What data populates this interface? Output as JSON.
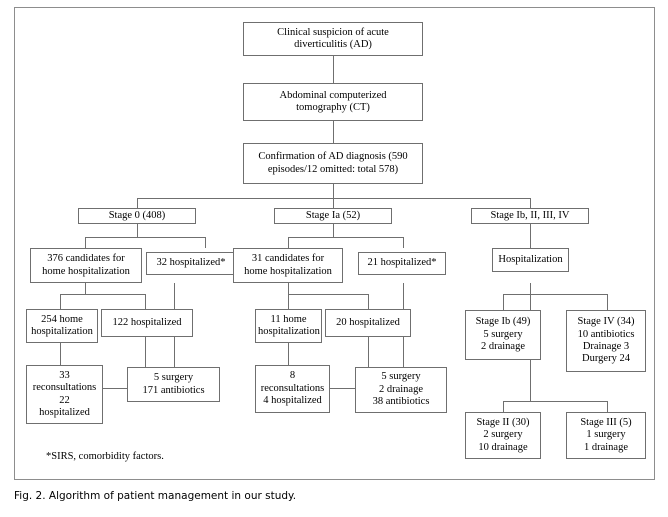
{
  "figure": {
    "footnote": "*SIRS, comorbidity factors.",
    "caption": "Fig. 2. Algorithm of patient management in our study."
  },
  "nodes": {
    "suspicion": "Clinical suspicion of acute diverticulitis (AD)",
    "ct": "Abdominal computerized tomography (CT)",
    "confirmation": "Confirmation of AD diagnosis (590 episodes/12 omitted: total 578)",
    "stage0": "Stage 0 (408)",
    "stage0_home_candidates": "376 candidates for home hospitalization",
    "stage0_hospitalized": "32 hospitalized*",
    "stage0_home": "254 home hospitalization",
    "stage0_admitted": "122 hospitalized",
    "stage0_reconsultations": "33 reconsultations 22 hospitalized",
    "stage0_outcomes": "5 surgery 171 antibiotics",
    "stageIa": "Stage Ia (52)",
    "stageIa_home_candidates": "31 candidates for home hospitalization",
    "stageIa_hospitalized": "21 hospitalized*",
    "stageIa_home": "11 home hospitalization",
    "stageIa_admitted": "20 hospitalized",
    "stageIa_reconsultations": "8 reconsultations 4 hospitalized",
    "stageIa_outcomes": "5 surgery 2 drainage 38 antibiotics",
    "stageRest": "Stage Ib, II, III, IV",
    "hospitalization": "Hospitalization",
    "stageIb": "Stage Ib (49) 5 surgery 2 drainage",
    "stageIV": "Stage IV (34) 10 antibiotics Drainage 3 Durgery 24",
    "stageII": "Stage II (30) 2 surgery 10 drainage",
    "stageIII": "Stage III (5) 1 surgery 1 drainage"
  },
  "node_lines": {
    "suspicion": [
      "Clinical suspicion of acute",
      "diverticulitis (AD)"
    ],
    "ct": [
      "Abdominal computerized",
      "tomography (CT)"
    ],
    "confirmation": [
      "Confirmation of AD diagnosis (590",
      "episodes/12 omitted: total 578)"
    ],
    "stage0": [
      "Stage 0 (408)"
    ],
    "stage0_home_candidates": [
      "376 candidates for",
      "home hospitalization"
    ],
    "stage0_hospitalized": [
      "32 hospitalized*"
    ],
    "stage0_home": [
      "254 home",
      "hospitalization"
    ],
    "stage0_admitted": [
      "122 hospitalized"
    ],
    "stage0_reconsultations": [
      "33",
      "reconsultations",
      "22",
      "hospitalized"
    ],
    "stage0_outcomes": [
      "5 surgery",
      "171 antibiotics"
    ],
    "stageIa": [
      "Stage Ia (52)"
    ],
    "stageIa_home_candidates": [
      "31 candidates for",
      "home hospitalization"
    ],
    "stageIa_hospitalized": [
      "21 hospitalized*"
    ],
    "stageIa_home": [
      "11 home",
      "hospitalization"
    ],
    "stageIa_admitted": [
      "20 hospitalized"
    ],
    "stageIa_reconsultations": [
      "8",
      "reconsultations",
      "4 hospitalized"
    ],
    "stageIa_outcomes": [
      "5 surgery",
      "2 drainage",
      "38 antibiotics"
    ],
    "stageRest": [
      "Stage Ib, II, III, IV"
    ],
    "hospitalization": [
      "Hospitalization"
    ],
    "stageIb": [
      "Stage Ib (49)",
      "5 surgery",
      "2 drainage"
    ],
    "stageIV": [
      "Stage IV (34)",
      "10 antibiotics",
      "Drainage 3",
      "Durgery 24"
    ],
    "stageII": [
      "Stage II (30)",
      "2 surgery",
      "10 drainage"
    ],
    "stageIII": [
      "Stage III (5)",
      "1 surgery",
      "1 drainage"
    ]
  },
  "chart_data": {
    "type": "diagram",
    "title": "Algorithm of patient management in our study",
    "diagram_kind": "flowchart",
    "total_episodes": 590,
    "omitted": 12,
    "total_included": 578,
    "branches": [
      {
        "stage": "Stage 0",
        "n": 408,
        "home_hospitalization_candidates": 376,
        "hospitalized_initial": 32,
        "home_hospitalization": 254,
        "hospitalized": 122,
        "reconsultations": 33,
        "reconsultations_hospitalized": 22,
        "surgery": 5,
        "antibiotics": 171
      },
      {
        "stage": "Stage Ia",
        "n": 52,
        "home_hospitalization_candidates": 31,
        "hospitalized_initial": 21,
        "home_hospitalization": 11,
        "hospitalized": 20,
        "reconsultations": 8,
        "reconsultations_hospitalized": 4,
        "surgery": 5,
        "drainage": 2,
        "antibiotics": 38
      },
      {
        "stage": "Stage Ib, II, III, IV",
        "substages": [
          {
            "stage": "Stage Ib",
            "n": 49,
            "surgery": 5,
            "drainage": 2
          },
          {
            "stage": "Stage IV",
            "n": 34,
            "antibiotics": 10,
            "drainage": 3,
            "surgery": 24
          },
          {
            "stage": "Stage II",
            "n": 30,
            "surgery": 2,
            "drainage": 10
          },
          {
            "stage": "Stage III",
            "n": 5,
            "surgery": 1,
            "drainage": 1
          }
        ]
      }
    ]
  },
  "colors": {
    "frame": "#8d8d8d",
    "box_border": "#6f6f6f",
    "connector": "#6f6f6f",
    "text": "#000000",
    "background": "#ffffff"
  }
}
